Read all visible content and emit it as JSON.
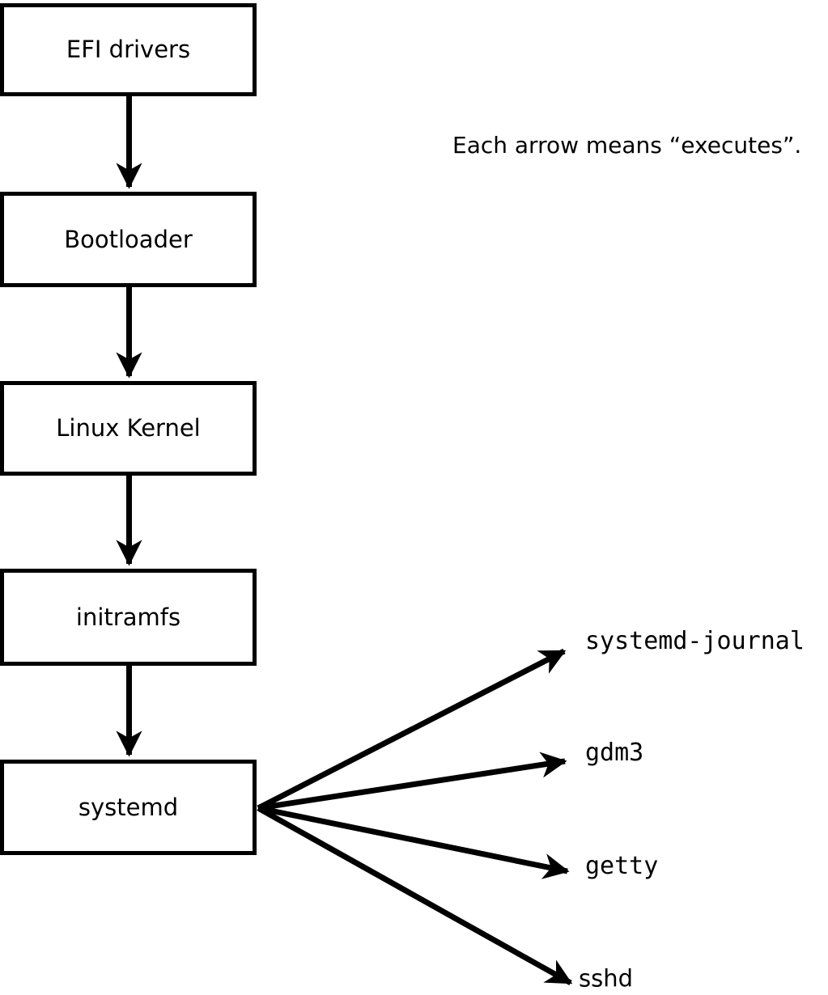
{
  "diagram": {
    "note": "Each arrow means “executes”.",
    "arrow_meaning": "executes",
    "nodes": [
      {
        "id": "efi-drivers",
        "label": "EFI drivers"
      },
      {
        "id": "bootloader",
        "label": "Bootloader"
      },
      {
        "id": "linux-kernel",
        "label": "Linux Kernel"
      },
      {
        "id": "initramfs",
        "label": "initramfs"
      },
      {
        "id": "systemd",
        "label": "systemd"
      }
    ],
    "spawned_processes": [
      {
        "id": "systemd-journal",
        "label": "systemd-journal"
      },
      {
        "id": "gdm3",
        "label": "gdm3"
      },
      {
        "id": "getty",
        "label": "getty"
      },
      {
        "id": "sshd",
        "label": "sshd"
      }
    ],
    "edges": [
      {
        "from": "efi-drivers",
        "to": "bootloader"
      },
      {
        "from": "bootloader",
        "to": "linux-kernel"
      },
      {
        "from": "linux-kernel",
        "to": "initramfs"
      },
      {
        "from": "initramfs",
        "to": "systemd"
      },
      {
        "from": "systemd",
        "to": "systemd-journal"
      },
      {
        "from": "systemd",
        "to": "gdm3"
      },
      {
        "from": "systemd",
        "to": "getty"
      },
      {
        "from": "systemd",
        "to": "sshd"
      }
    ],
    "colors": {
      "stroke": "#000000",
      "background": "#ffffff",
      "box_fill": "#ffffff"
    }
  }
}
